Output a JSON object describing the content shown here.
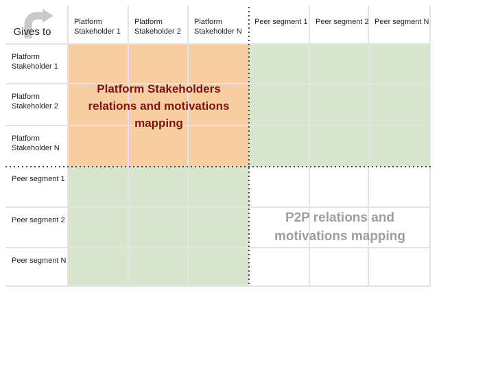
{
  "diagram": {
    "corner": {
      "label": "Gives to",
      "icon": "curved-right-arrow"
    },
    "column_headers": [
      "Platform\nStakeholder 1",
      "Platform\nStakeholder 2",
      "Platform\nStakeholder N",
      "Peer segment 1",
      "Peer segment 2",
      "Peer segment N"
    ],
    "row_headers": [
      "Platform\nStakeholder 1",
      "Platform\nStakeholder 2",
      "Platform\nStakeholder N",
      "Peer segment 1",
      "Peer segment 2",
      "Peer segment N"
    ],
    "quadrants": {
      "platform_platform": {
        "title_lines": {
          "0": "Platform Stakeholders",
          "1": "relations and motivations",
          "2": "mapping"
        },
        "bg": "#f8cda1",
        "title_color": "#7b1511"
      },
      "platform_peer": {
        "bg": "#d8e6cf"
      },
      "peer_platform": {
        "bg": "#d8e6cf"
      },
      "peer_peer": {
        "title_lines": {
          "0": "P2P relations and",
          "1": "motivations mapping"
        },
        "bg": "#ffffff",
        "title_color": "#9e9e9e"
      }
    },
    "colors": {
      "grid_line": "#e4e4e4",
      "divider_dot": "#4a4a4a",
      "arrow": "#c9c9c9",
      "label_text": "#212121"
    }
  }
}
